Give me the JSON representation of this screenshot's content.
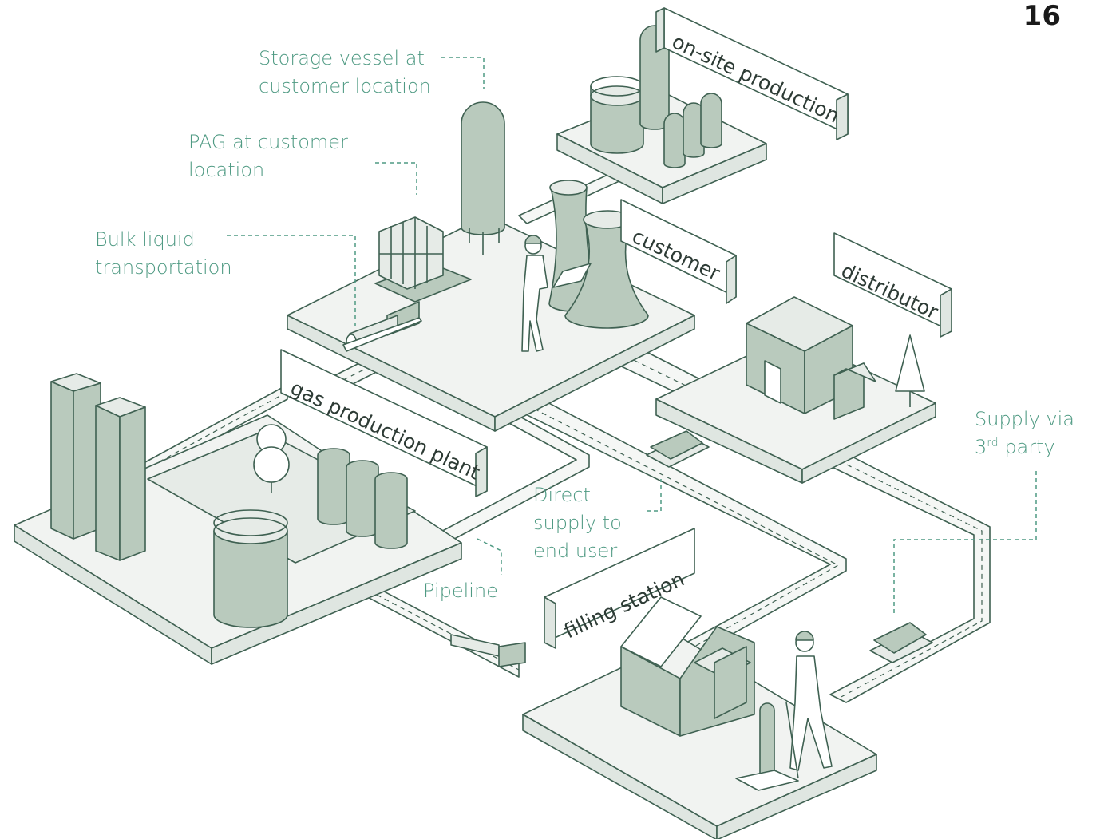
{
  "page_number": "16",
  "colors": {
    "accent": "#4f9a83",
    "line": "#3f6152",
    "fill_dark": "#b9cabd",
    "fill_light": "#e6ebe7",
    "platform": "#f1f3f1"
  },
  "signs": {
    "onsite": "on-site production",
    "customer": "customer",
    "distributor": "distributor",
    "gas_plant": "gas production plant",
    "filling": "filling station"
  },
  "labels": {
    "storage_vessel": [
      "Storage vessel at",
      "customer location"
    ],
    "pag": [
      "PAG at customer",
      "location"
    ],
    "bulk_liquid": [
      "Bulk liquid",
      "transportation"
    ],
    "direct_supply": [
      "Direct",
      "supply to",
      "end user"
    ],
    "pipeline": "Pipeline",
    "supply_3rd": {
      "line1": "Supply via",
      "line2_num": "3",
      "line2_sup": "rd",
      "line2_rest": " party"
    }
  }
}
